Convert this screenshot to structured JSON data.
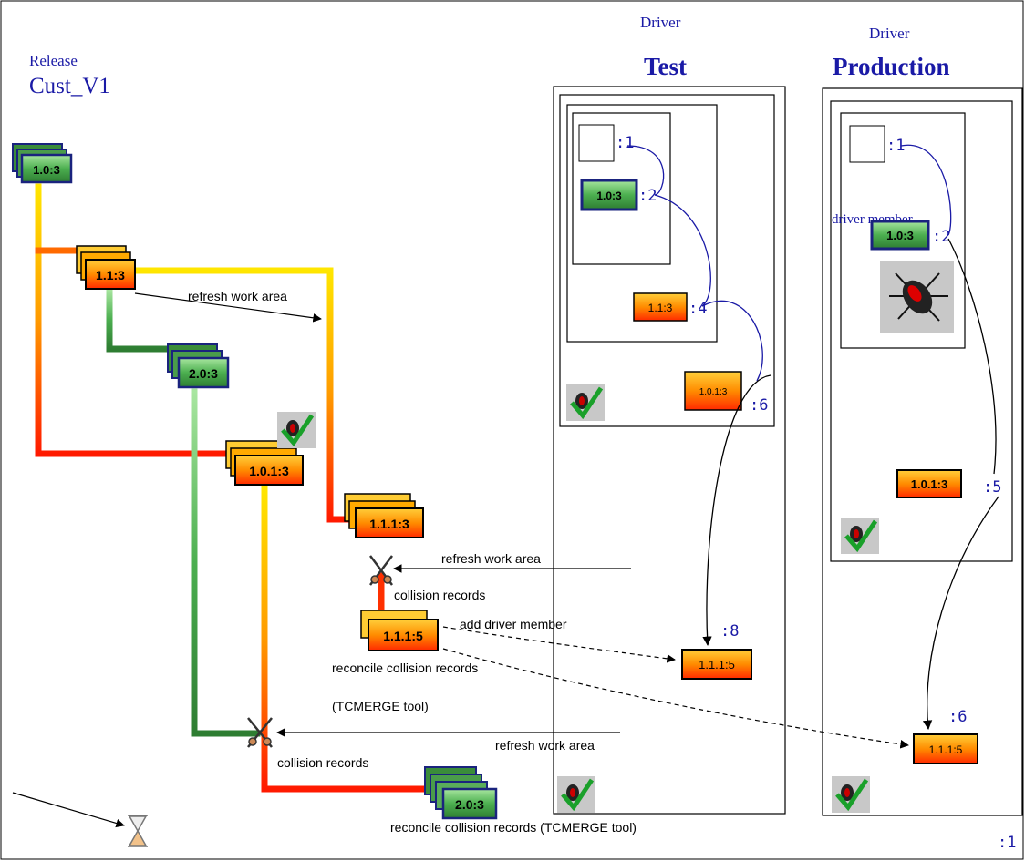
{
  "release": {
    "caption": "Release",
    "name": "Cust_V1"
  },
  "drivers": [
    {
      "caption": "Driver",
      "name": "Test"
    },
    {
      "caption": "Driver",
      "name": "Production"
    }
  ],
  "versions": {
    "v103": "1.0:3",
    "v113": "1.1:3",
    "v203": "2.0:3",
    "v1013": "1.0.1:3",
    "v1113": "1.1.1:3",
    "v1115": "1.1.1:5",
    "v203b": "2.0:3"
  },
  "test_driver": {
    "members": [
      {
        "index": ":1"
      },
      {
        "version": "1.0:3",
        "index": ":2"
      },
      {
        "version": "1.1:3",
        "index": ":4"
      },
      {
        "version": "1.0.1:3",
        "index": ":6"
      },
      {
        "version": "1.1.1:5",
        "index": ":8"
      }
    ]
  },
  "production_driver": {
    "members": [
      {
        "index": ":1"
      },
      {
        "version": "1.0:3",
        "index": ":2",
        "label": "driver member"
      },
      {
        "version": "1.0.1:3",
        "index": ":5"
      },
      {
        "version": "1.1.1:5",
        "index": ":6"
      }
    ]
  },
  "labels": {
    "refresh_1": "refresh work area",
    "refresh_2": "refresh work area",
    "refresh_3": "refresh work area",
    "collision_1": "collision records",
    "collision_2": "collision records",
    "add_driver_member": "add driver member",
    "reconcile_1": "reconcile collision records (TCMERGE tool)",
    "reconcile_2": "reconcile collision records",
    "reconcile_2b": "(TCMERGE tool)",
    "corner_index": ":1"
  },
  "colors": {
    "green_dark": "#2e7d32",
    "green_light": "#8fd18f",
    "orange": "#ff7a00",
    "red": "#ff1a00",
    "yellow": "#ffe600",
    "navy": "#1a237e",
    "text_blue": "#1a1aa6"
  }
}
